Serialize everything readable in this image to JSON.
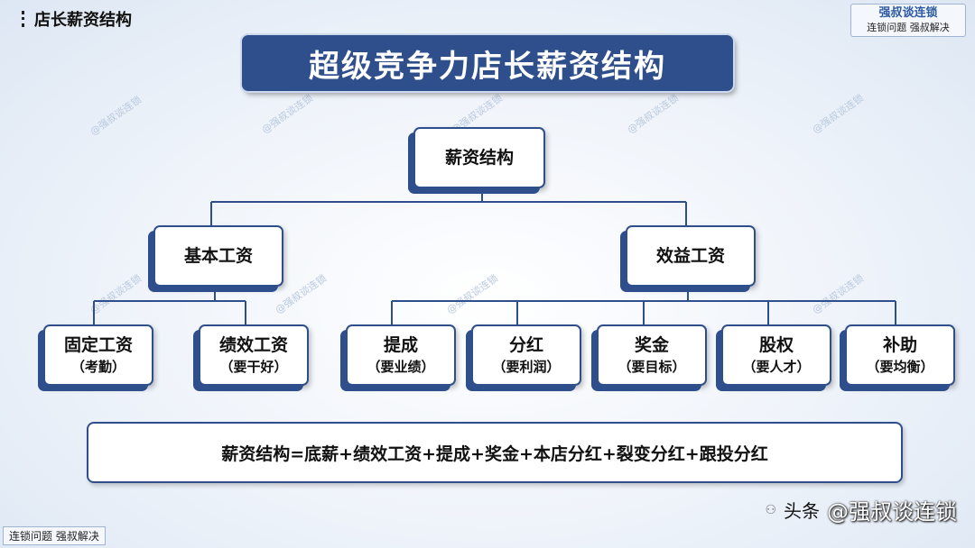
{
  "header": {
    "title": "店长薪资结构"
  },
  "brand": {
    "name": "强叔谈连锁",
    "slogan": "连锁问题 强叔解决"
  },
  "main_title": "超级竞争力店长薪资结构",
  "tree": {
    "root": "薪资结构",
    "basic": {
      "label": "基本工资",
      "children": [
        {
          "label": "固定工资",
          "sub": "（考勤）"
        },
        {
          "label": "绩效工资",
          "sub": "（要干好）"
        }
      ]
    },
    "benefit": {
      "label": "效益工资",
      "children": [
        {
          "label": "提成",
          "sub": "（要业绩）"
        },
        {
          "label": "分红",
          "sub": "（要利润）"
        },
        {
          "label": "奖金",
          "sub": "（要目标）"
        },
        {
          "label": "股权",
          "sub": "（要人才）"
        },
        {
          "label": "补助",
          "sub": "（要均衡）"
        }
      ]
    }
  },
  "formula": "薪资结构=底薪+绩效工资+提成+奖金+本店分红+裂变分红+跟投分红",
  "bottom_tag": "连锁问题 强叔解决",
  "watermark": "@强叔谈连锁",
  "footer": {
    "source": "头条",
    "handle": "@强叔谈连锁"
  },
  "colors": {
    "primary": "#2f4f8c",
    "background": "#eef3fa"
  }
}
